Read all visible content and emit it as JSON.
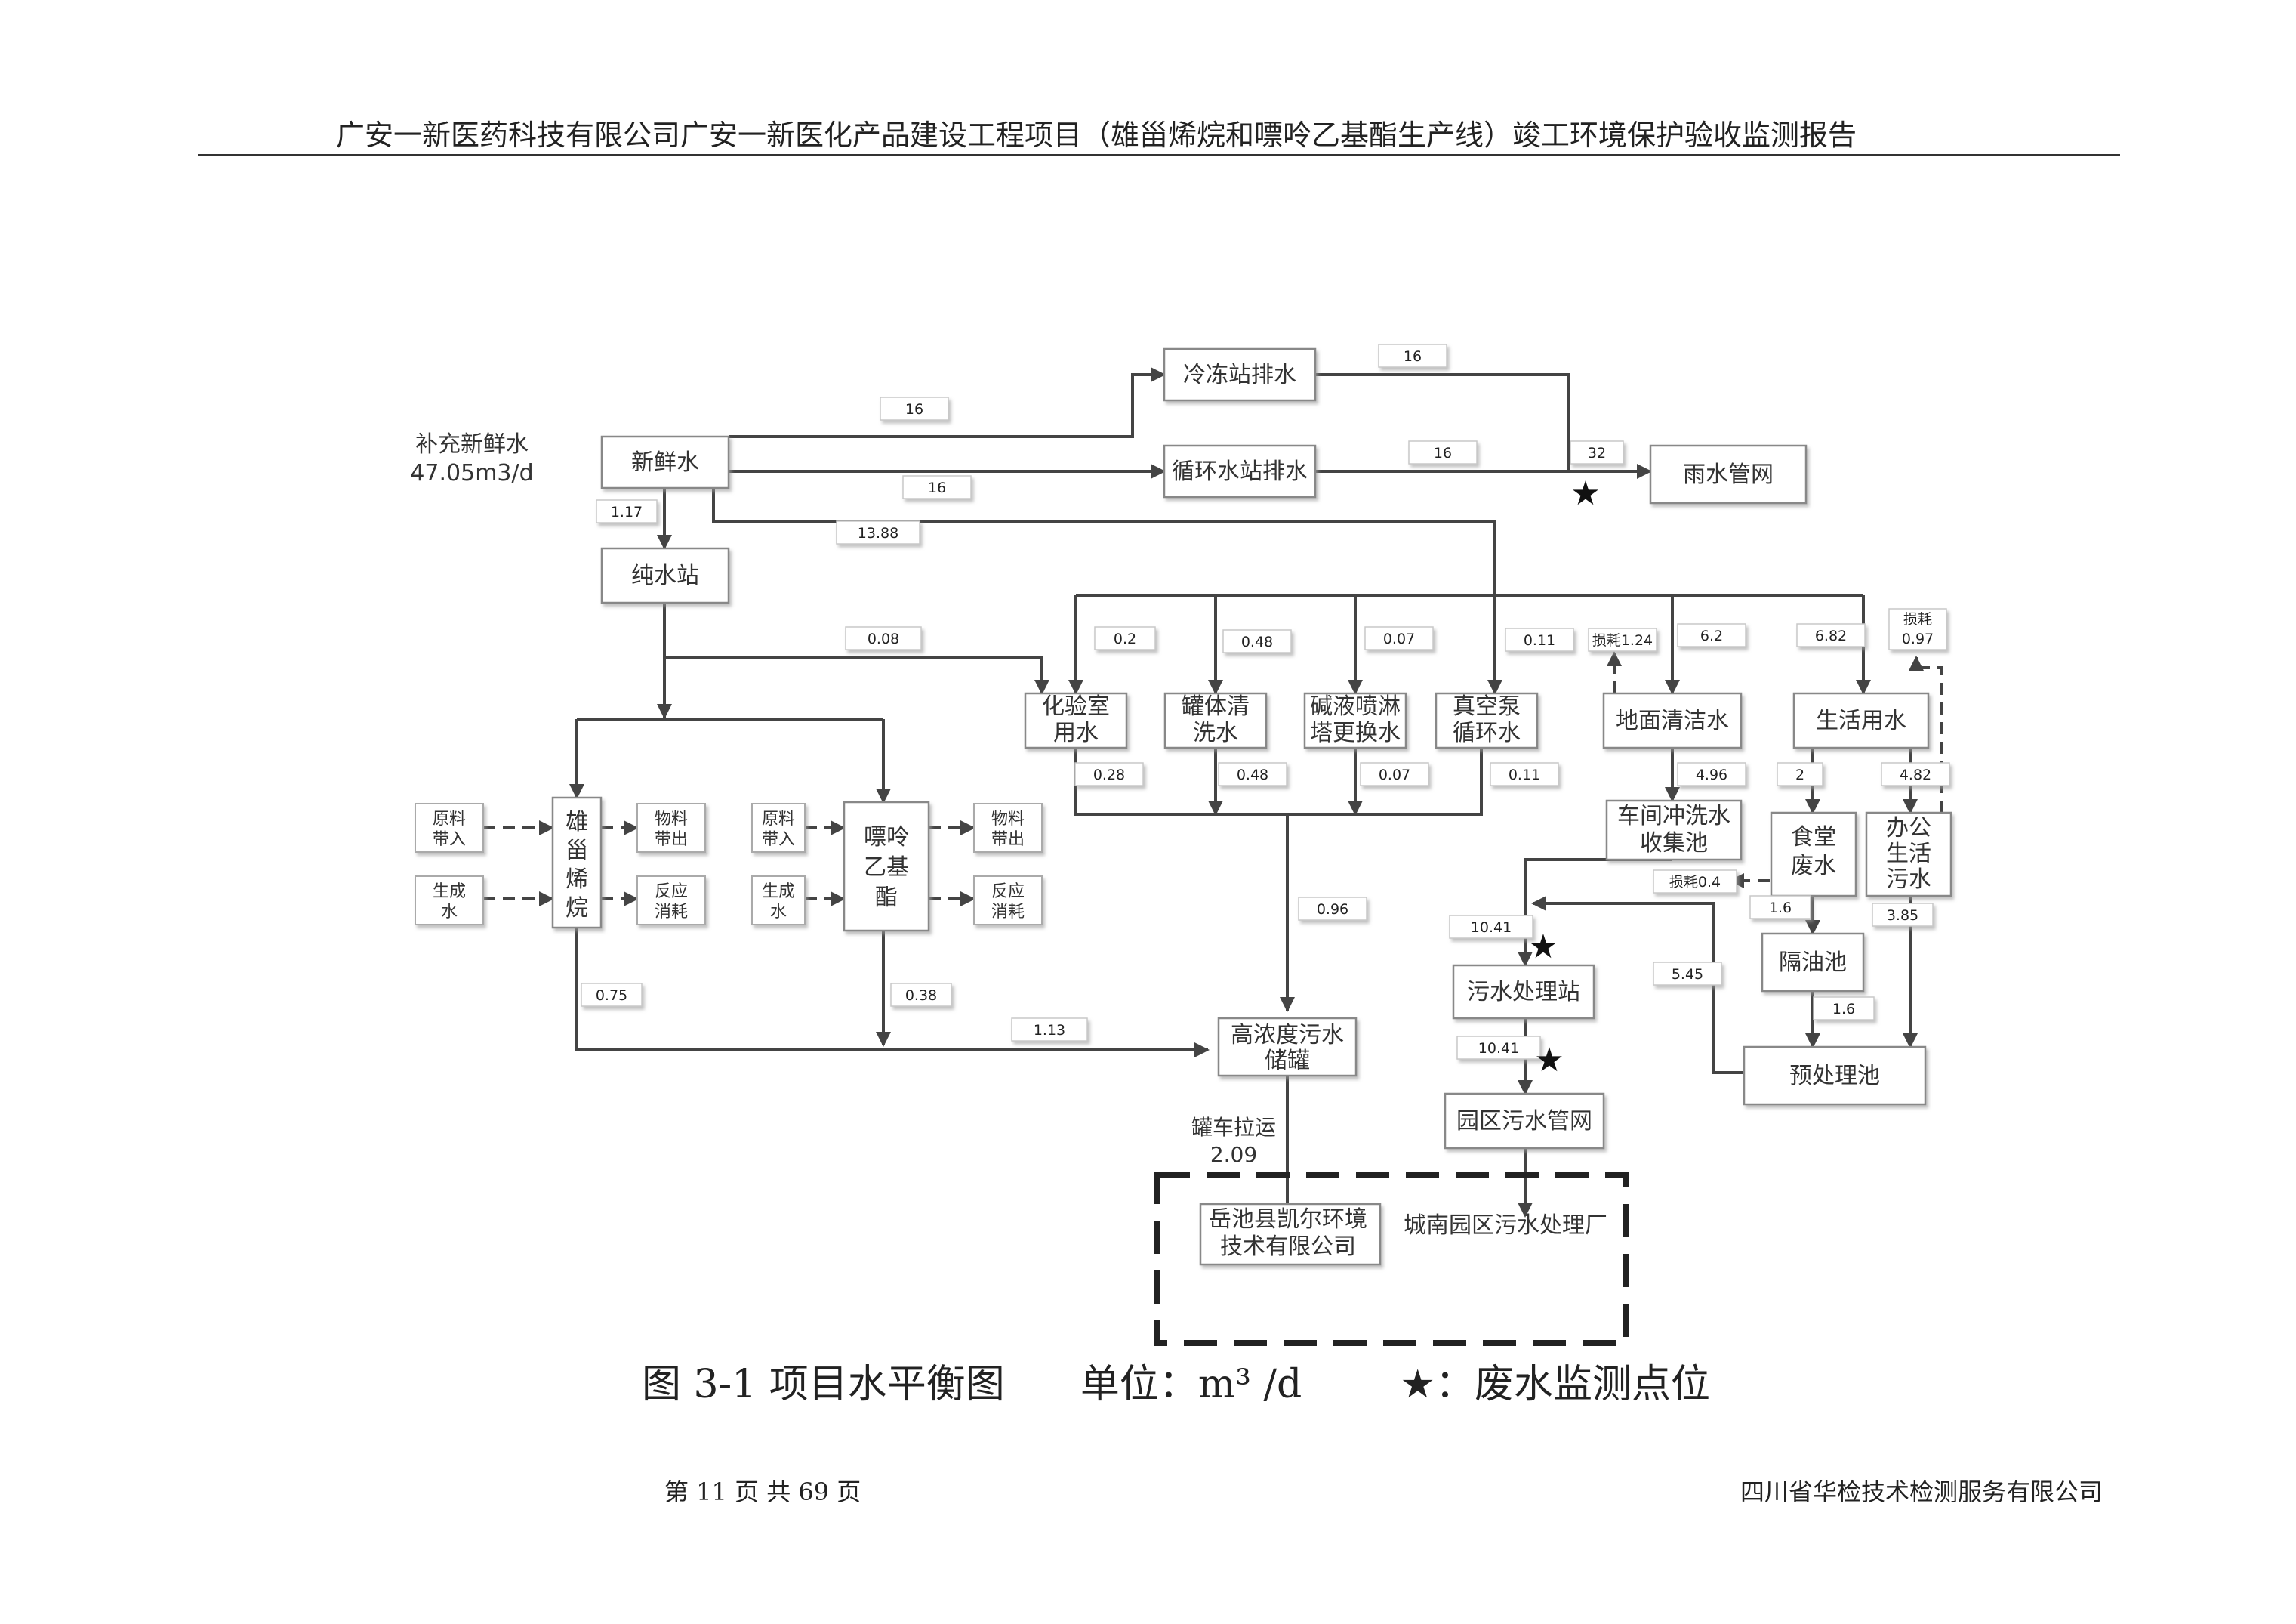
{
  "header": {
    "title": "广安一新医药科技有限公司广安一新医化产品建设工程项目（雄甾烯烷和嘌呤乙基酯生产线）竣工环境保护验收监测报告"
  },
  "diagram": {
    "source_label": "补充新鲜水",
    "source_value": "47.05m3/d",
    "nodes": {
      "fresh_water": "新鲜水",
      "freezer_drain": "冷冻站排水",
      "circulating_drain": "循环水站排水",
      "rain_network": "雨水管网",
      "pure_water": "纯水站",
      "lab_line1": "化验室",
      "lab_line2": "用水",
      "tank_line1": "罐体清",
      "tank_line2": "洗水",
      "alkali_line1": "碱液喷淋",
      "alkali_line2": "塔更换水",
      "vacuum_line1": "真空泵",
      "vacuum_line2": "循环水",
      "floor_clean": "地面清洁水",
      "domestic": "生活用水",
      "workshop_line1": "车间冲洗水",
      "workshop_line2": "收集池",
      "canteen_line1": "食堂",
      "canteen_line2": "废水",
      "office_line1": "办公",
      "office_line2": "生活",
      "office_line3": "污水",
      "grease_trap": "隔油池",
      "pretreat": "预处理池",
      "sewage_station": "污水处理站",
      "park_network": "园区污水管网",
      "hi_conc_line1": "高浓度污水",
      "hi_conc_line2": "储罐",
      "yuechi_line1": "岳池县凯尔环境",
      "yuechi_line2": "技术有限公司",
      "chengnan": "城南园区污水处理厂",
      "xiongzi": [
        "雄",
        "甾",
        "烯",
        "烷"
      ],
      "piaoling": [
        "嘌呤",
        "乙基",
        "酯"
      ],
      "raw_in_1": [
        "原料",
        "带入"
      ],
      "gen_water_1": [
        "生成",
        "水"
      ],
      "mat_out_1": [
        "物料",
        "带出"
      ],
      "react_1": [
        "反应",
        "消耗"
      ],
      "raw_in_2": [
        "原料",
        "带入"
      ],
      "gen_water_2": [
        "生成",
        "水"
      ],
      "mat_out_2": [
        "物料",
        "带出"
      ],
      "react_2": [
        "反应",
        "消耗"
      ]
    },
    "flows": {
      "to_freezer": "16",
      "freezer_out": "16",
      "to_circulating": "16",
      "circulating_out": "16",
      "rain_total": "32",
      "to_pure": "1.17",
      "to_users": "13.88",
      "pure_to_lab": "0.08",
      "lab_in": "0.2",
      "tank_in": "0.48",
      "alkali_in": "0.07",
      "vacuum_in": "0.11",
      "floor_loss": "损耗1.24",
      "floor_in": "6.2",
      "domestic_in": "6.82",
      "domestic_loss_label": "损耗",
      "domestic_loss": "0.97",
      "lab_out": "0.28",
      "tank_out": "0.48",
      "alkali_out": "0.07",
      "vacuum_out": "0.11",
      "floor_out": "4.96",
      "canteen_in": "2",
      "office_in": "4.82",
      "canteen_loss": "损耗0.4",
      "canteen_to_trap": "1.6",
      "office_to_pretreat": "3.85",
      "trap_to_pretreat": "1.6",
      "pretreat_out": "5.45",
      "to_station": "10.41",
      "station_out": "10.41",
      "combined_lab": "0.96",
      "xiongzi_out": "0.75",
      "piaoling_out": "0.38",
      "process_total": "1.13",
      "truck_label": "罐车拉运",
      "truck_value": "2.09"
    }
  },
  "caption": {
    "figure": "图 3-1 项目水平衡图",
    "unit": "单位：m³ /d",
    "star": "★",
    "legend": "：废水监测点位"
  },
  "footer": {
    "page": "第 11 页 共 69 页",
    "org": "四川省华检技术检测服务有限公司"
  }
}
